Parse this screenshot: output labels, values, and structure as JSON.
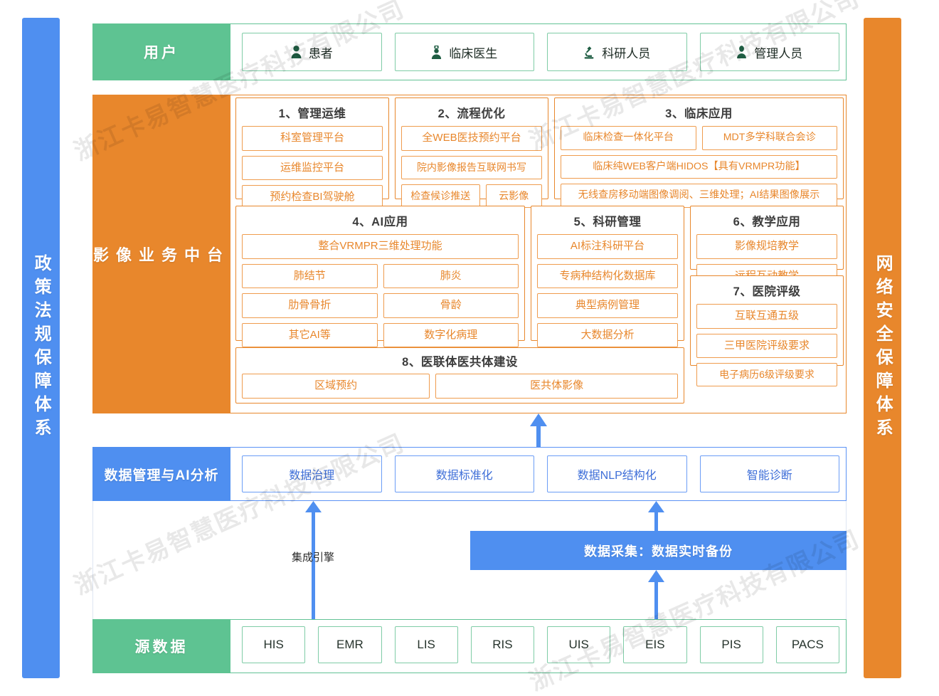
{
  "pillars": {
    "left": "政策法规保障体系",
    "right": "网络安全保障体系"
  },
  "colors": {
    "green": "#5ec392",
    "orange": "#e8872c",
    "blue": "#4f8ff0",
    "orange_text": "#e8872c",
    "blue_text": "#3f6fd8"
  },
  "watermark": {
    "text": "浙江卡易智慧医疗科技有限公司"
  },
  "users": {
    "label": "用户",
    "items": [
      {
        "icon": "person-icon",
        "label": "患者"
      },
      {
        "icon": "doctor-icon",
        "label": "临床医生"
      },
      {
        "icon": "microscope-icon",
        "label": "科研人员"
      },
      {
        "icon": "manager-icon",
        "label": "管理人员"
      }
    ]
  },
  "platform": {
    "label": "影像业务中台",
    "groups": [
      {
        "title": "1、管理运维",
        "rows": [
          [
            "科室管理平台"
          ],
          [
            "运维监控平台"
          ],
          [
            "预约检查BI驾驶舱"
          ]
        ]
      },
      {
        "title": "2、流程优化",
        "rows": [
          [
            "全WEB医技预约平台"
          ],
          [
            "院内影像报告互联网书写"
          ],
          [
            "检查候诊推送",
            "云影像"
          ]
        ]
      },
      {
        "title": "3、临床应用",
        "rows": [
          [
            "临床检查一体化平台",
            "MDT多学科联合会诊"
          ],
          [
            "临床纯WEB客户端HIDOS【具有VRMPR功能】"
          ],
          [
            "无线查房移动端图像调阅、三维处理；AI结果图像展示"
          ]
        ]
      },
      {
        "title": "4、AI应用",
        "rows": [
          [
            "整合VRMPR三维处理功能"
          ],
          [
            "肺结节",
            "肺炎"
          ],
          [
            "肋骨骨折",
            "骨龄"
          ],
          [
            "其它AI等",
            "数字化病理"
          ]
        ]
      },
      {
        "title": "5、科研管理",
        "rows": [
          [
            "AI标注科研平台"
          ],
          [
            "专病种结构化数据库"
          ],
          [
            "典型病例管理"
          ],
          [
            "大数据分析"
          ]
        ]
      },
      {
        "title": "6、教学应用",
        "rows": [
          [
            "影像规培教学"
          ],
          [
            "远程互动教学"
          ]
        ]
      },
      {
        "title": "7、医院评级",
        "rows": [
          [
            "互联互通五级"
          ],
          [
            "三甲医院评级要求"
          ],
          [
            "电子病历6级评级要求"
          ]
        ]
      },
      {
        "title": "8、医联体医共体建设",
        "rows": [
          [
            "区域预约",
            "医共体影像"
          ]
        ]
      }
    ]
  },
  "data_management": {
    "label": "数据管理与AI分析",
    "items": [
      "数据治理",
      "数据标准化",
      "数据NLP结构化",
      "智能诊断"
    ]
  },
  "middle": {
    "engine_label": "集成引擎",
    "collection_label": "数据采集：数据实时备份"
  },
  "source_data": {
    "label": "源数据",
    "items": [
      "HIS",
      "EMR",
      "LIS",
      "RIS",
      "UIS",
      "EIS",
      "PIS",
      "PACS"
    ]
  }
}
